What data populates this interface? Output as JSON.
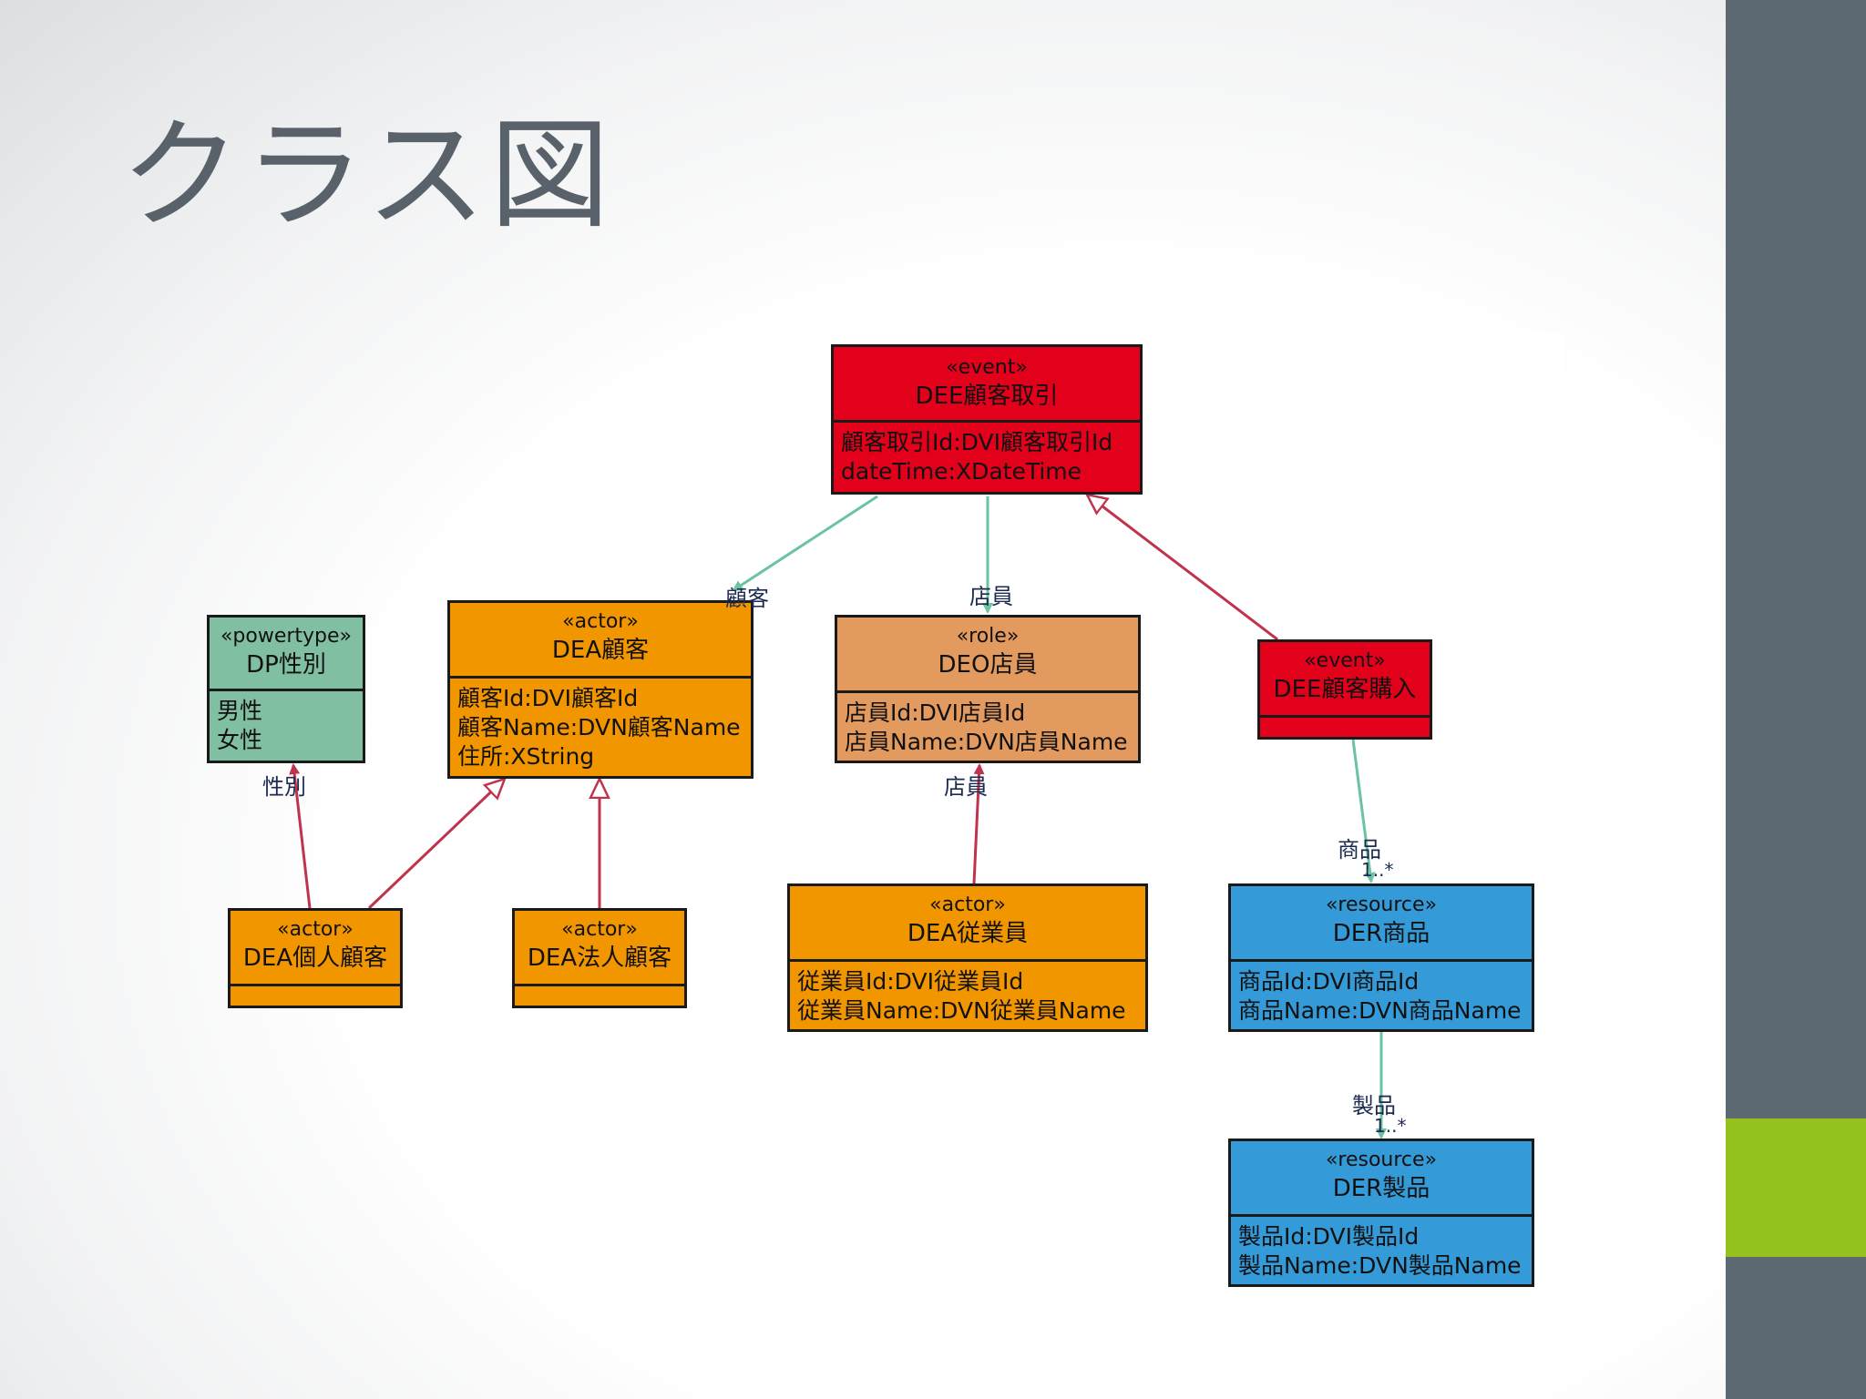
{
  "slide": {
    "title": "クラス図"
  },
  "diagram": {
    "classes": {
      "dee_torihiki": {
        "stereotype": "«event»",
        "name": "DEE顧客取引",
        "attributes": [
          "顧客取引Id:DVI顧客取引Id",
          "dateTime:XDateTime"
        ],
        "color": "#e2001a"
      },
      "dp_seibetsu": {
        "stereotype": "«powertype»",
        "name": "DP性別",
        "attributes": [
          "男性",
          "女性"
        ],
        "color": "#80bfa2"
      },
      "dea_kokyaku": {
        "stereotype": "«actor»",
        "name": "DEA顧客",
        "attributes": [
          "顧客Id:DVI顧客Id",
          "顧客Name:DVN顧客Name",
          "住所:XString"
        ],
        "color": "#f29600"
      },
      "deo_tenin": {
        "stereotype": "«role»",
        "name": "DEO店員",
        "attributes": [
          "店員Id:DVI店員Id",
          "店員Name:DVN店員Name"
        ],
        "color": "#e39a5e"
      },
      "dee_konyu": {
        "stereotype": "«event»",
        "name": "DEE顧客購入",
        "attributes": [],
        "color": "#e2001a"
      },
      "dea_kojin": {
        "stereotype": "«actor»",
        "name": "DEA個人顧客",
        "attributes": [],
        "color": "#f29600"
      },
      "dea_hojin": {
        "stereotype": "«actor»",
        "name": "DEA法人顧客",
        "attributes": [],
        "color": "#f29600"
      },
      "dea_jugyoin": {
        "stereotype": "«actor»",
        "name": "DEA従業員",
        "attributes": [
          "従業員Id:DVI従業員Id",
          "従業員Name:DVN従業員Name"
        ],
        "color": "#f29600"
      },
      "der_shohin": {
        "stereotype": "«resource»",
        "name": "DER商品",
        "attributes": [
          "商品Id:DVI商品Id",
          "商品Name:DVN商品Name"
        ],
        "color": "#349bd8"
      },
      "der_seihin": {
        "stereotype": "«resource»",
        "name": "DER製品",
        "attributes": [
          "製品Id:DVI製品Id",
          "製品Name:DVN製品Name"
        ],
        "color": "#349bd8"
      }
    },
    "relations": [
      {
        "from": "dee_torihiki",
        "to": "dea_kokyaku",
        "kind": "association",
        "role": "顧客",
        "color": "#6cc3a0"
      },
      {
        "from": "dee_torihiki",
        "to": "deo_tenin",
        "kind": "association",
        "role": "店員",
        "color": "#6cc3a0"
      },
      {
        "from": "dee_konyu",
        "to": "dee_torihiki",
        "kind": "generalization",
        "color": "#c0334d"
      },
      {
        "from": "dea_kojin",
        "to": "dp_seibetsu",
        "kind": "association",
        "role": "性別",
        "color": "#c0334d"
      },
      {
        "from": "dea_kojin",
        "to": "dea_kokyaku",
        "kind": "generalization",
        "color": "#c0334d"
      },
      {
        "from": "dea_hojin",
        "to": "dea_kokyaku",
        "kind": "generalization",
        "color": "#c0334d"
      },
      {
        "from": "dea_jugyoin",
        "to": "deo_tenin",
        "kind": "association",
        "role": "店員",
        "color": "#c0334d"
      },
      {
        "from": "dee_konyu",
        "to": "der_shohin",
        "kind": "association",
        "role": "商品",
        "multiplicity": "1..*",
        "color": "#6cc3a0"
      },
      {
        "from": "der_shohin",
        "to": "der_seihin",
        "kind": "association",
        "role": "製品",
        "multiplicity": "1..*",
        "color": "#6cc3a0"
      }
    ]
  },
  "colors": {
    "sidebar": "#5c6872",
    "accent": "#95c11f",
    "title": "#59616a"
  }
}
